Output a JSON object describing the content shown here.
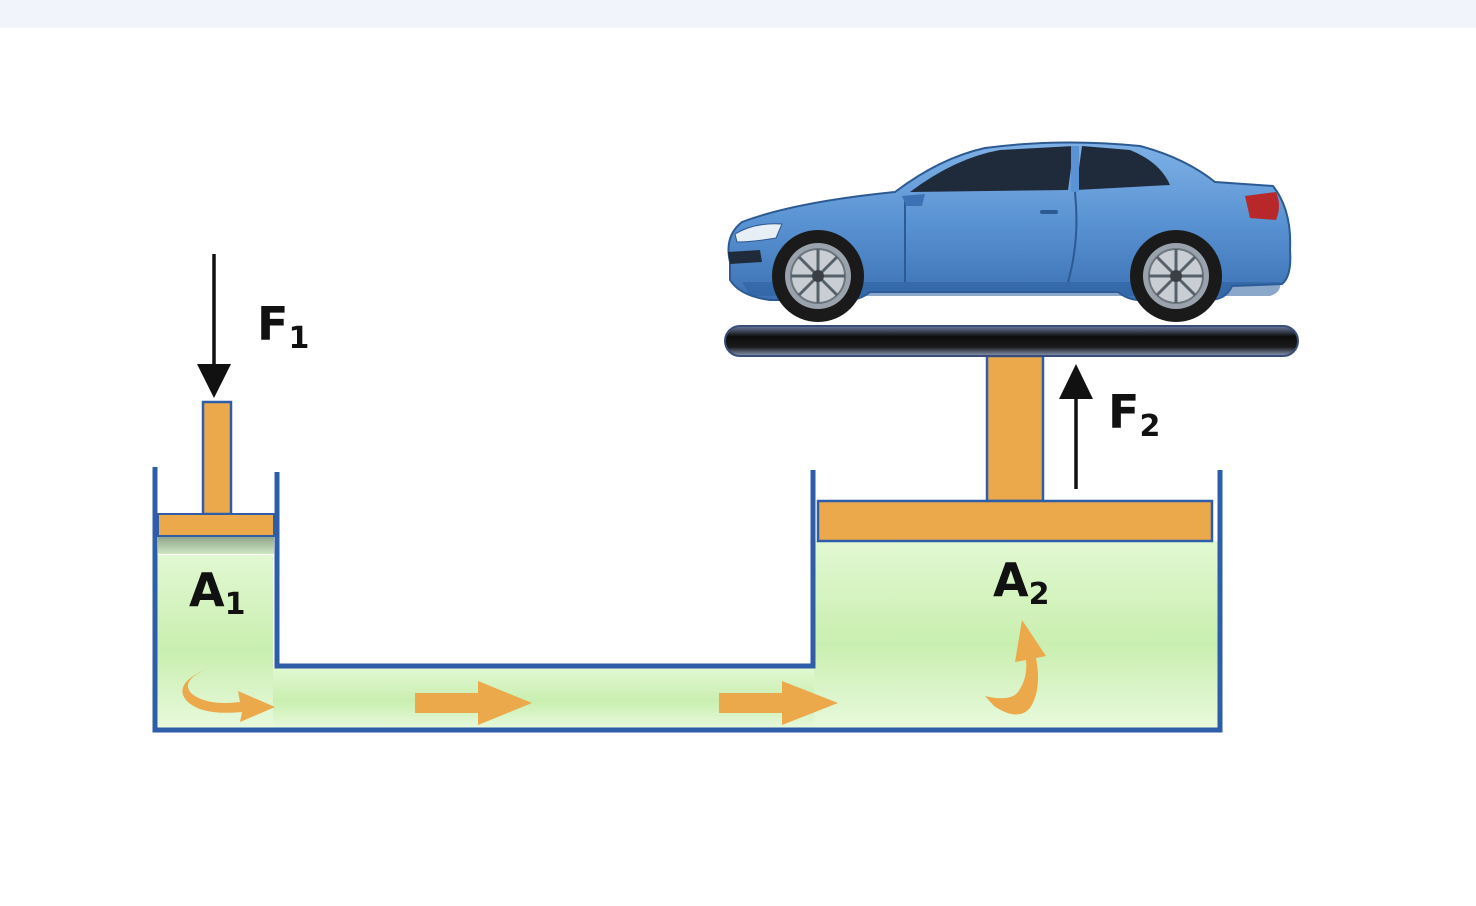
{
  "labels": {
    "f1": {
      "main": "F",
      "sub": "1"
    },
    "f2": {
      "main": "F",
      "sub": "2"
    },
    "a1": {
      "main": "A",
      "sub": "1"
    },
    "a2": {
      "main": "A",
      "sub": "2"
    }
  },
  "colors": {
    "wall": "#2f5ea8",
    "fluid_light": "#ecfbe2",
    "fluid_mid": "#d2f3bd",
    "piston": "#eba94c",
    "piston_edge": "#2f5ea8",
    "car_body": "#5a93d3",
    "platform": "#111111",
    "flow_arrow": "#eba94c",
    "top_strip": "#f1f4fb"
  },
  "icons": [
    "down-arrow-icon",
    "up-arrow-icon",
    "car-icon",
    "flow-arrow-icon",
    "curved-flow-arrow-icon"
  ]
}
